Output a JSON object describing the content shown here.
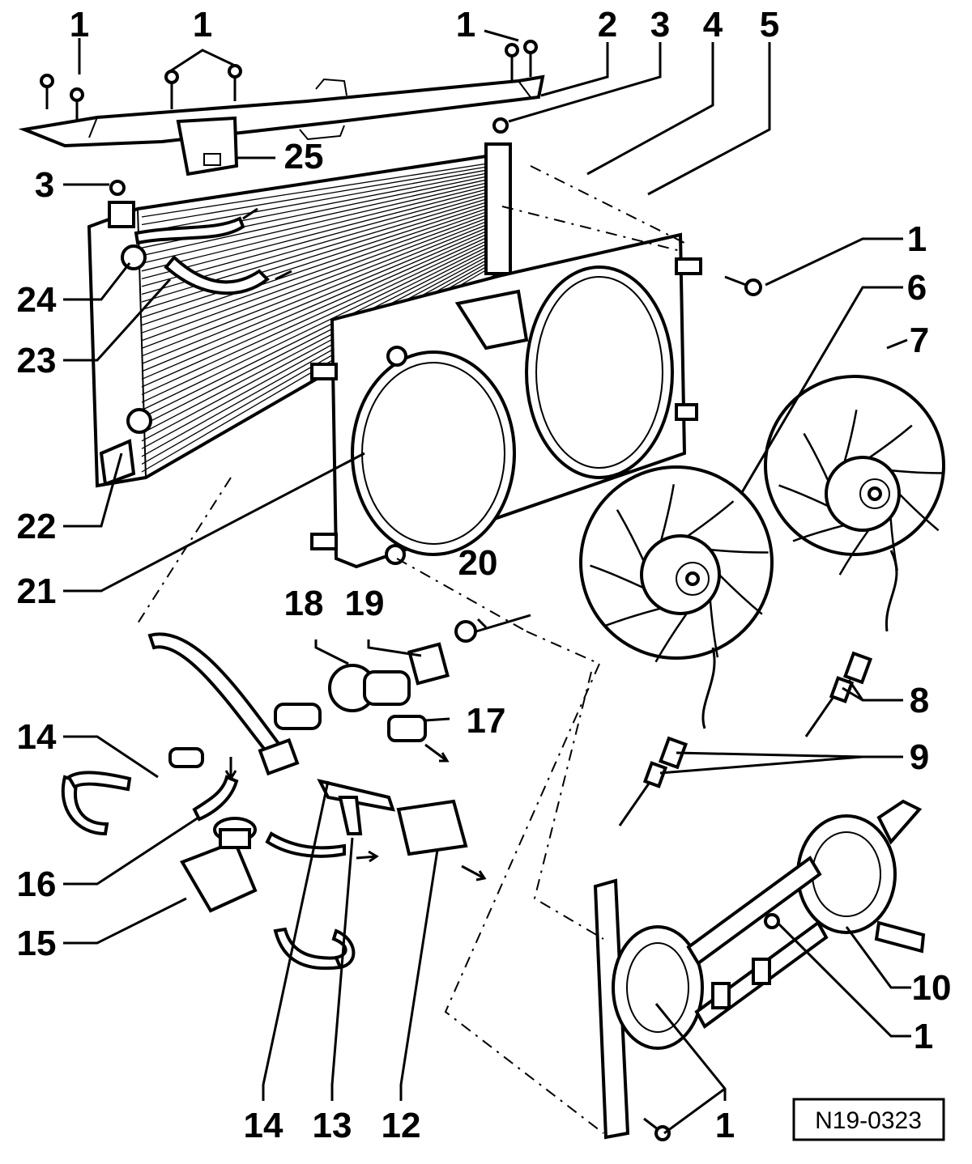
{
  "diagram": {
    "drawing_code": "N19-0323",
    "callouts": [
      {
        "id": "c1a",
        "text": "1"
      },
      {
        "id": "c1b",
        "text": "1"
      },
      {
        "id": "c1c",
        "text": "1"
      },
      {
        "id": "c2",
        "text": "2"
      },
      {
        "id": "c3a",
        "text": "3"
      },
      {
        "id": "c4",
        "text": "4"
      },
      {
        "id": "c5",
        "text": "5"
      },
      {
        "id": "c25",
        "text": "25"
      },
      {
        "id": "c3b",
        "text": "3"
      },
      {
        "id": "c1d",
        "text": "1"
      },
      {
        "id": "c6",
        "text": "6"
      },
      {
        "id": "c24",
        "text": "24"
      },
      {
        "id": "c7",
        "text": "7"
      },
      {
        "id": "c23",
        "text": "23"
      },
      {
        "id": "c22",
        "text": "22"
      },
      {
        "id": "c21",
        "text": "21"
      },
      {
        "id": "c20",
        "text": "20"
      },
      {
        "id": "c18",
        "text": "18"
      },
      {
        "id": "c19",
        "text": "19"
      },
      {
        "id": "c8",
        "text": "8"
      },
      {
        "id": "c17",
        "text": "17"
      },
      {
        "id": "c14a",
        "text": "14"
      },
      {
        "id": "c9",
        "text": "9"
      },
      {
        "id": "c16",
        "text": "16"
      },
      {
        "id": "c15",
        "text": "15"
      },
      {
        "id": "c10",
        "text": "10"
      },
      {
        "id": "c1e",
        "text": "1"
      },
      {
        "id": "c14b",
        "text": "14"
      },
      {
        "id": "c13",
        "text": "13"
      },
      {
        "id": "c12",
        "text": "12"
      },
      {
        "id": "c1f",
        "text": "1"
      }
    ]
  }
}
